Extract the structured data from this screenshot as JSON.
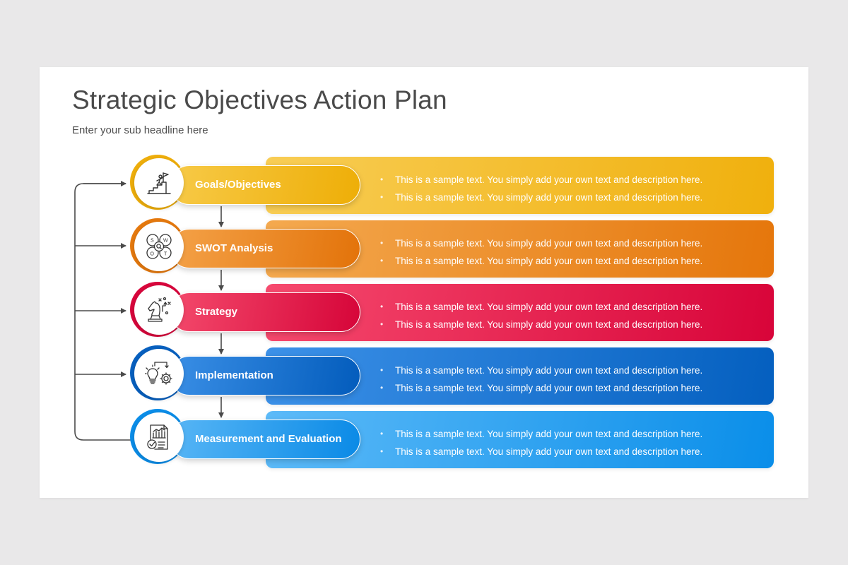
{
  "slide": {
    "title": "Strategic Objectives Action Plan",
    "subtitle": "Enter your sub headline here"
  },
  "steps": [
    {
      "label": "Goals/Objectives",
      "icon": "climber-flag-icon",
      "colors": {
        "band_start": "#f8cd55",
        "band_end": "#f0b00d",
        "pill_start": "#f7ca48",
        "pill_end": "#eeae07",
        "ring": "#eeae0c"
      },
      "bullets": [
        "This is a sample text. You simply add your own text and description here.",
        "This is a sample text. You simply add your own text and description here."
      ]
    },
    {
      "label": "SWOT Analysis",
      "icon": "swot-icon",
      "colors": {
        "band_start": "#f4a94f",
        "band_end": "#e5760b",
        "pill_start": "#f4a248",
        "pill_end": "#e3730a",
        "ring": "#e5790e"
      },
      "bullets": [
        "This is a sample text. You simply add your own text and description here.",
        "This is a sample text. You simply add your own text and description here."
      ]
    },
    {
      "label": "Strategy",
      "icon": "chess-knight-strategy-icon",
      "colors": {
        "band_start": "#f64a6e",
        "band_end": "#d80439",
        "pill_start": "#f44a6c",
        "pill_end": "#d60539",
        "ring": "#d8073c"
      },
      "bullets": [
        "This is a sample text. You simply add your own text and description here.",
        "This is a sample text. You simply add your own text and description here."
      ]
    },
    {
      "label": "Implementation",
      "icon": "lightbulb-gear-icon",
      "colors": {
        "band_start": "#3c91e8",
        "band_end": "#045fbf",
        "pill_start": "#3a8fe6",
        "pill_end": "#035cbc",
        "ring": "#0860bf"
      },
      "bullets": [
        "This is a sample text. You simply add your own text and description here.",
        "This is a sample text. You simply add your own text and description here."
      ]
    },
    {
      "label": "Measurement and Evaluation",
      "icon": "report-chart-check-icon",
      "colors": {
        "band_start": "#5cbaf8",
        "band_end": "#0a8ee9",
        "pill_start": "#58b6f6",
        "pill_end": "#0a8ae6",
        "ring": "#0b8de8"
      },
      "bullets": [
        "This is a sample text. You simply add your own text and description here.",
        "This is a sample text. You simply add your own text and description here."
      ]
    }
  ]
}
